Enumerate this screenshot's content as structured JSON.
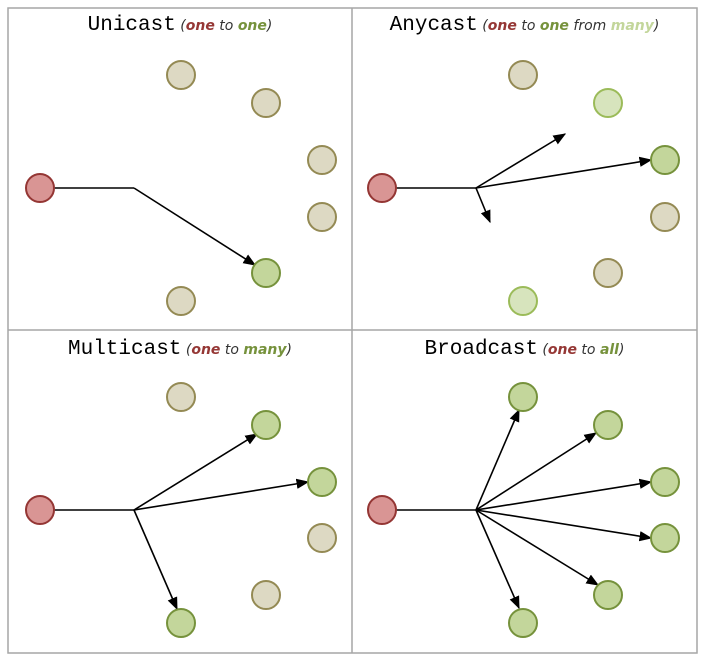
{
  "colors": {
    "source_fill": "#d99594",
    "source_stroke": "#943634",
    "target_fill": "#c3d69b",
    "target_stroke": "#76923c",
    "inactive_fill": "#ddd9c3",
    "inactive_stroke": "#948a54",
    "faded_fill": "#d7e4bd",
    "faded_stroke": "#9bbb59",
    "grid": "#a6a6a6",
    "arrow": "#000000"
  },
  "panels": {
    "unicast": {
      "title": "Unicast",
      "open": " (",
      "w1": "one",
      "w2": " to ",
      "w3": "one",
      "close": ")"
    },
    "anycast": {
      "title": "Anycast",
      "open": " (",
      "w1": "one",
      "w2": " to ",
      "w3": "one",
      "w4": " from ",
      "w5": "many",
      "close": ")"
    },
    "multicast": {
      "title": "Multicast",
      "open": " (",
      "w1": "one",
      "w2": " to ",
      "w3": "many",
      "close": ")"
    },
    "broadcast": {
      "title": "Broadcast",
      "open": " (",
      "w1": "one",
      "w2": " to ",
      "w3": "all",
      "close": ")"
    }
  }
}
